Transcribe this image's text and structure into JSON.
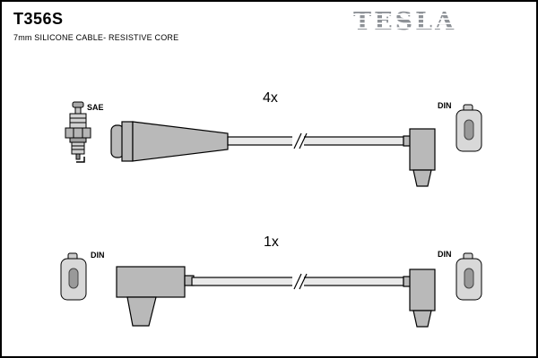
{
  "header": {
    "part_number": "T356S",
    "subtitle": "7mm SILICONE CABLE- RESISTIVE CORE",
    "brand": "TESLA"
  },
  "rows": {
    "row1": {
      "quantity": "4x",
      "plug_label": "SAE",
      "right_connector_label": "DIN"
    },
    "row2": {
      "quantity": "1x",
      "left_connector_label": "DIN",
      "right_connector_label": "DIN"
    }
  },
  "colors": {
    "boot_gray": "#b9b9b9",
    "cable_gray": "#e9e9e9",
    "logo_gray": "#8e9297",
    "outline": "#000000"
  }
}
